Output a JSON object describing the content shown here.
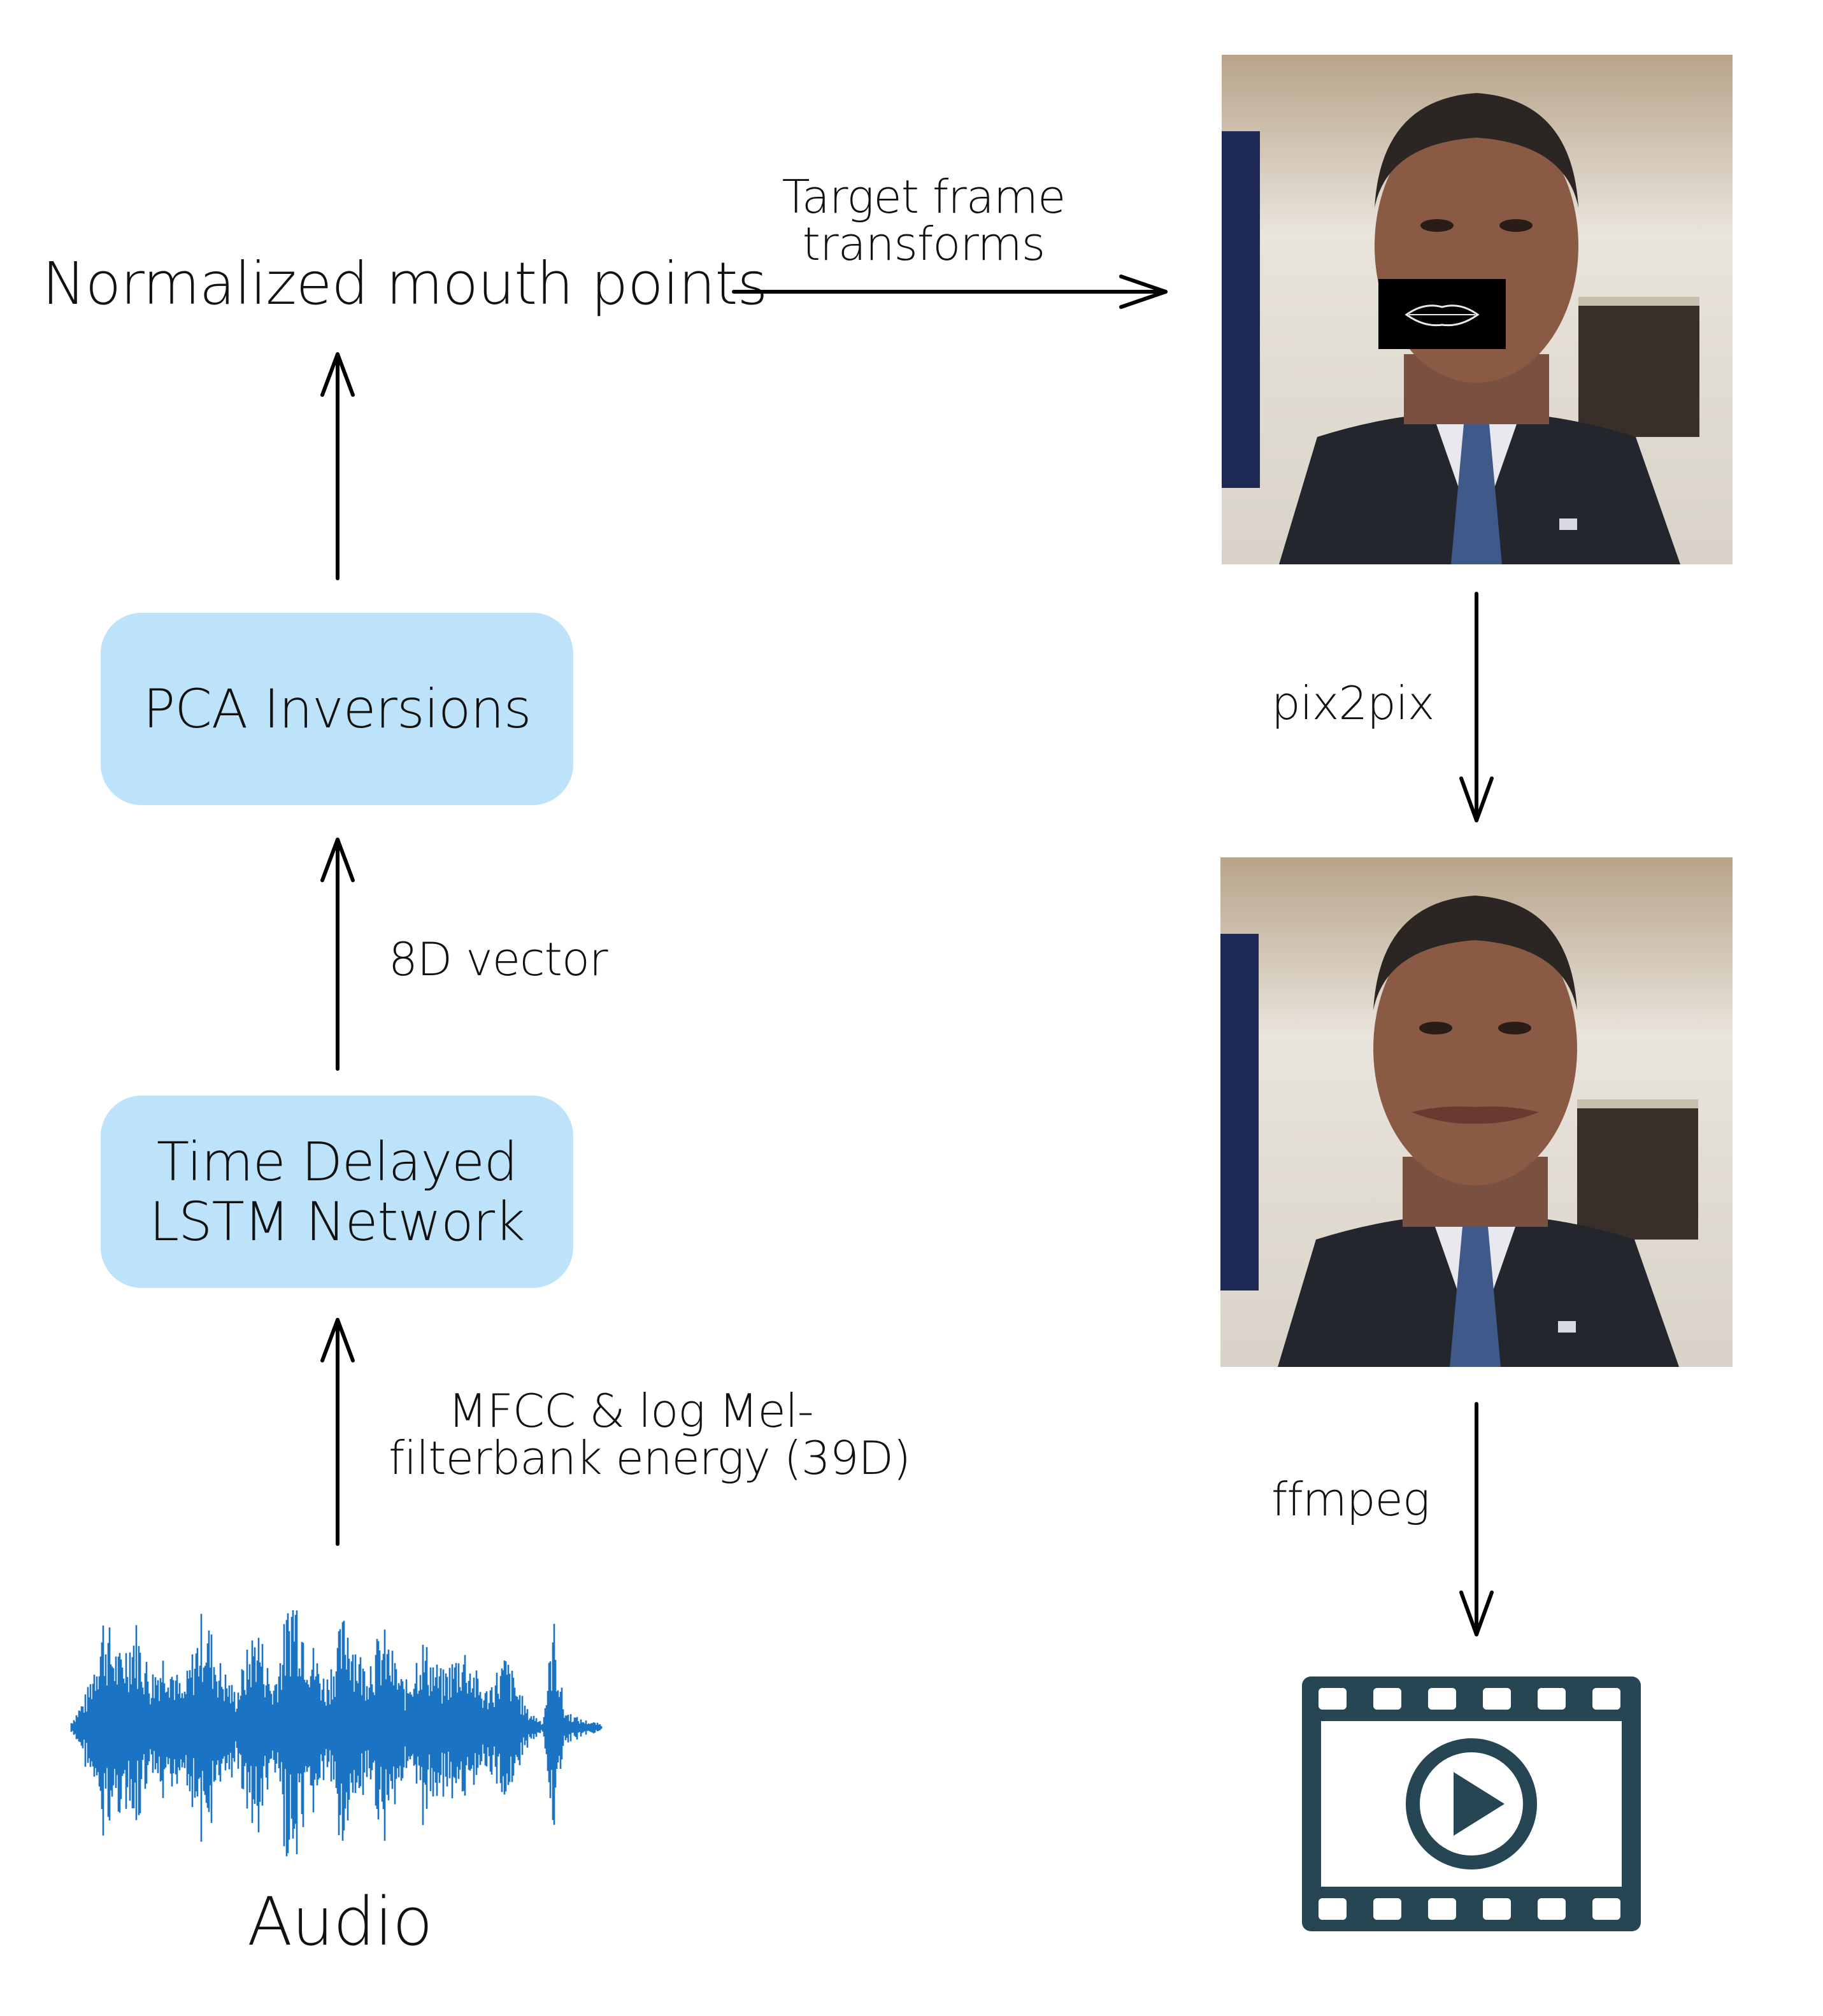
{
  "labels": {
    "normalized_mouth_points": "Normalized mouth points",
    "target_frame_transforms_line1": "Target frame",
    "target_frame_transforms_line2": "transforms",
    "pca_inversions": "PCA Inversions",
    "vector_8d": "8D vector",
    "lstm_line1": "Time Delayed",
    "lstm_line2": "LSTM Network",
    "features_line1": "MFCC & log Mel-",
    "features_line2": "filterbank energy (39D)",
    "audio": "Audio",
    "pix2pix": "pix2pix",
    "ffmpeg": "ffmpeg"
  },
  "colors": {
    "box_fill": "#bde3fb",
    "waveform": "#1a73c3",
    "video_icon": "#264653",
    "mouth_mask": "#000000"
  },
  "icons": {
    "video": "video-play-icon",
    "waveform": "audio-waveform-icon"
  }
}
